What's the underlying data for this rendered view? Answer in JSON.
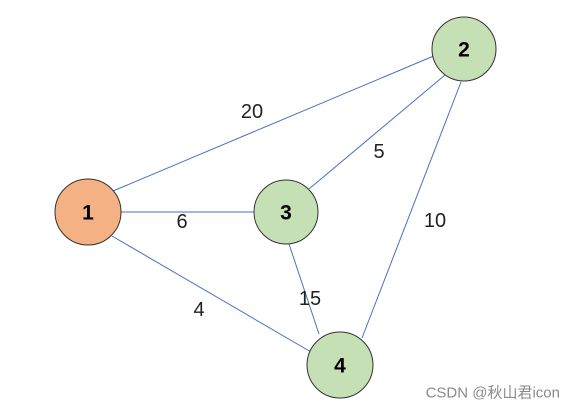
{
  "diagram": {
    "nodes": [
      {
        "id": "n1",
        "label": "1",
        "color": "#F4B183"
      },
      {
        "id": "n2",
        "label": "2",
        "color": "#C5E0B4"
      },
      {
        "id": "n3",
        "label": "3",
        "color": "#C5E0B4"
      },
      {
        "id": "n4",
        "label": "4",
        "color": "#C5E0B4"
      }
    ],
    "edges": [
      {
        "from": "1",
        "to": "2",
        "weight": "20"
      },
      {
        "from": "1",
        "to": "3",
        "weight": "6"
      },
      {
        "from": "1",
        "to": "4",
        "weight": "4"
      },
      {
        "from": "2",
        "to": "3",
        "weight": "5"
      },
      {
        "from": "2",
        "to": "4",
        "weight": "10"
      },
      {
        "from": "3",
        "to": "4",
        "weight": "15"
      }
    ],
    "edge_color": "#4472C4",
    "watermark": "CSDN @秋山君icon"
  }
}
